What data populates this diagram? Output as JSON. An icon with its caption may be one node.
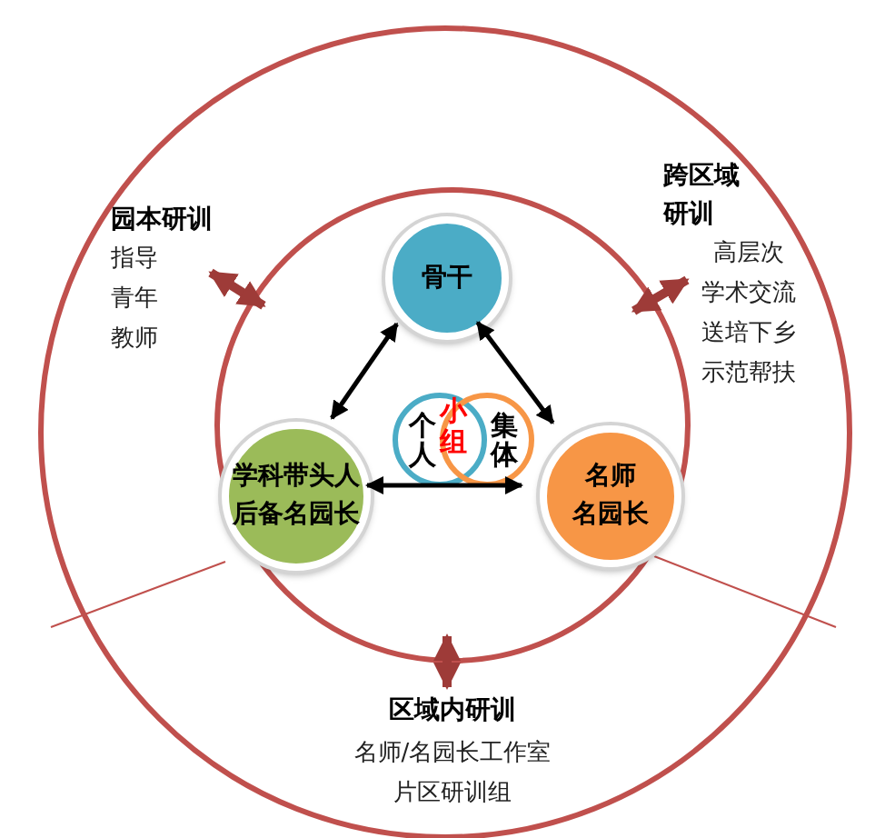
{
  "diagram": {
    "nodes": [
      {
        "text": [],
        "shape": "circle"
      },
      {
        "text": [
          "跨区域研训",
          "高层次",
          "学术交流",
          "送培下乡",
          "示范帮扶"
        ],
        "in": 0
      },
      {
        "text": [
          "园本研训",
          "指导",
          "青年",
          "教师"
        ],
        "in": 0
      },
      {
        "text": [],
        "shape": "circle",
        "in": 0
      },
      {
        "text": [
          "骨干"
        ],
        "in": 3
      },
      {
        "text": [
          "个人"
        ],
        "in": 3
      },
      {
        "text": [
          "集体"
        ],
        "in": 3
      },
      {
        "text": [
          "学科带头人",
          "后备名园长"
        ],
        "in": 3
      },
      {
        "text": [
          "名师",
          "名园长"
        ],
        "in": 3
      },
      {
        "text": [
          "区域内研训",
          "名师/名园长工作室",
          "片区研训组"
        ],
        "in": 0
      }
    ],
    "edges": [
      {
        "from": 4,
        "to": 7,
        "arrow": "both"
      },
      {
        "from": 4,
        "to": 8,
        "arrow": "both"
      },
      {
        "from": 7,
        "to": 8,
        "arrow": "both"
      },
      {
        "from": 2,
        "to": 3,
        "arrow": "both",
        "style": "thick",
        "color": "#9e3b38"
      },
      {
        "from": 1,
        "to": 3,
        "arrow": "both",
        "style": "thick",
        "color": "#9e3b38"
      },
      {
        "from": 9,
        "to": 3,
        "arrow": "both",
        "style": "thick",
        "color": "#9e3b38"
      }
    ],
    "labels": [
      "小组"
    ]
  }
}
